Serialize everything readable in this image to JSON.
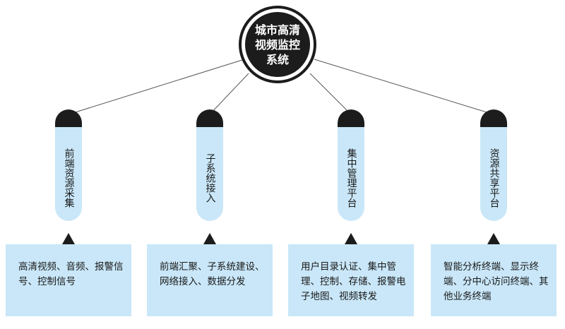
{
  "root": {
    "title": "城市高清视频监控系统"
  },
  "branches": [
    {
      "label": "前端资源采集",
      "detail": "高清视频、音频、报警信号、控制信号"
    },
    {
      "label": "子系统接入",
      "detail": "前端汇聚、子系统建设、网络接入、数据分发"
    },
    {
      "label": "集中管理平台",
      "detail": "用户目录认证、集中管理、控制、存储、报警电子地图、视频转发"
    },
    {
      "label": "资源共享平台",
      "detail": "智能分析终端、显示终端、分中心访问终端、其他业务终端"
    }
  ],
  "colors": {
    "dark": "#1c1c1c",
    "light_blue": "#c9e7f8",
    "line": "#555555"
  }
}
